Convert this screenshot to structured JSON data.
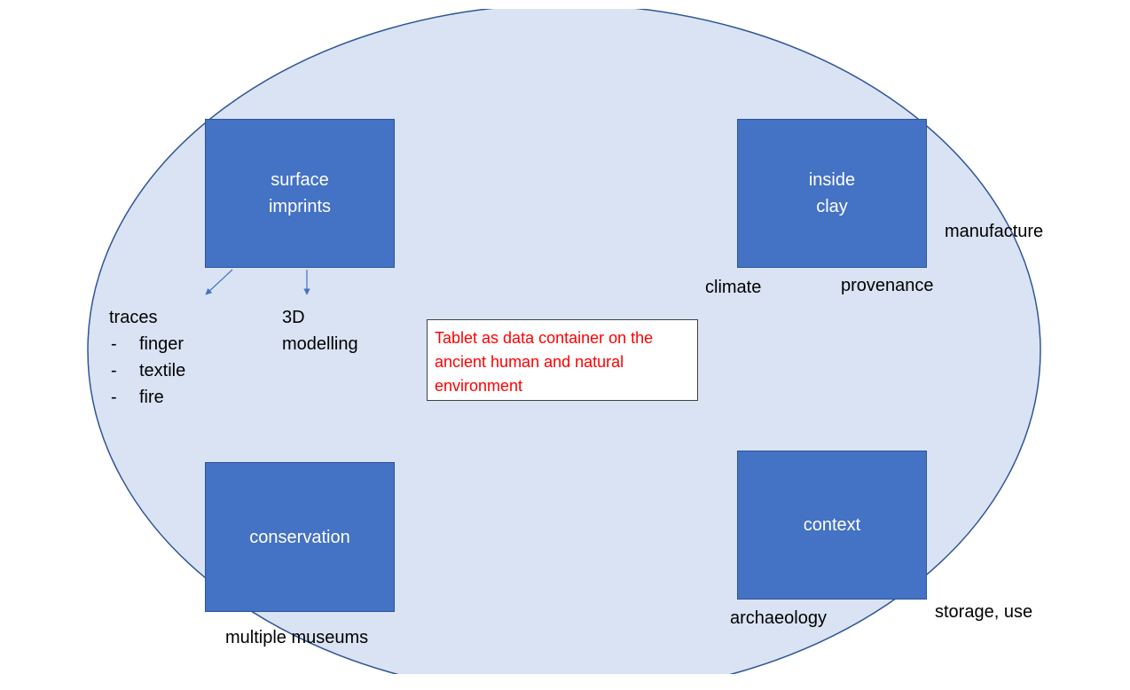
{
  "colors": {
    "ellipse_fill": "#DAE3F3",
    "ellipse_stroke": "#2F5597",
    "box_fill": "#4472C4",
    "box_text": "#FFFFFF",
    "arrow": "#4472C4",
    "center_text": "#FF0000",
    "label_text": "#000000"
  },
  "boxes": {
    "surface_imprints": {
      "line1": "surface",
      "line2": "imprints"
    },
    "inside_clay": {
      "line1": "inside",
      "line2": "clay"
    },
    "conservation": {
      "line1": "conservation"
    },
    "context": {
      "line1": "context"
    }
  },
  "center": {
    "text": "Tablet as data container on the ancient human and natural environment"
  },
  "labels": {
    "traces": "traces",
    "traces_items": [
      "finger",
      "textile",
      "fire"
    ],
    "bullet": "-",
    "modelling_line1": "3D",
    "modelling_line2": "modelling",
    "manufacture": "manufacture",
    "climate": "climate",
    "provenance": "provenance",
    "multiple_museums": "multiple museums",
    "archaeology": "archaeology",
    "storage_use": "storage, use"
  }
}
